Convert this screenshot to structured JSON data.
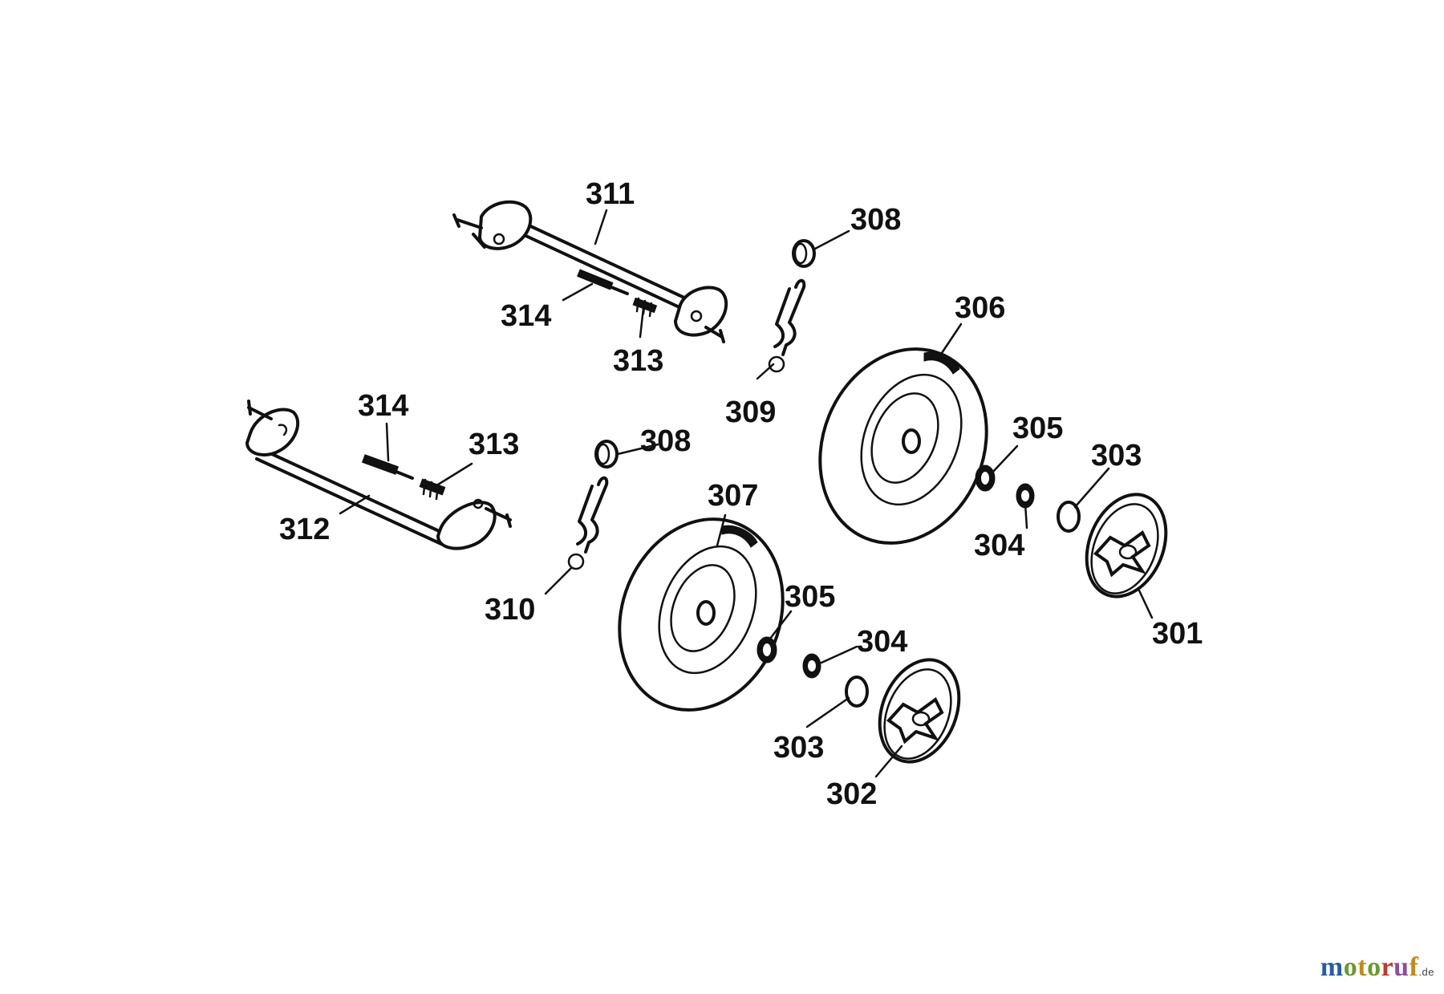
{
  "parts": [
    {
      "id": "label-311",
      "number": "311"
    },
    {
      "id": "label-314a",
      "number": "314"
    },
    {
      "id": "label-313a",
      "number": "313"
    },
    {
      "id": "label-314b",
      "number": "314"
    },
    {
      "id": "label-313b",
      "number": "313"
    },
    {
      "id": "label-312",
      "number": "312"
    },
    {
      "id": "label-308a",
      "number": "308"
    },
    {
      "id": "label-309",
      "number": "309"
    },
    {
      "id": "label-308b",
      "number": "308"
    },
    {
      "id": "label-310",
      "number": "310"
    },
    {
      "id": "label-306",
      "number": "306"
    },
    {
      "id": "label-305a",
      "number": "305"
    },
    {
      "id": "label-303a",
      "number": "303"
    },
    {
      "id": "label-304a",
      "number": "304"
    },
    {
      "id": "label-301",
      "number": "301"
    },
    {
      "id": "label-307",
      "number": "307"
    },
    {
      "id": "label-305b",
      "number": "305"
    },
    {
      "id": "label-304b",
      "number": "304"
    },
    {
      "id": "label-303b",
      "number": "303"
    },
    {
      "id": "label-302",
      "number": "302"
    }
  ],
  "watermark": {
    "letters": [
      "m",
      "o",
      "t",
      "o",
      "r",
      "u",
      "f"
    ],
    "tld": ".de",
    "colors": [
      "#2b5aa6",
      "#6a9a2e",
      "#c48a1a",
      "#c0392b",
      "#8a4fa0"
    ]
  }
}
